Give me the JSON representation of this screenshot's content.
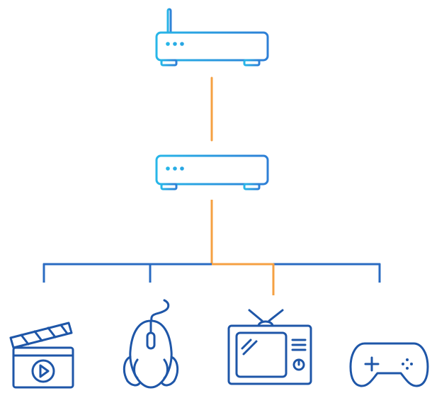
{
  "colors": {
    "device_gradient_start": "#27B6E8",
    "device_gradient_end": "#2E7FD6",
    "tree_blue": "#2A6BC2",
    "accent_orange": "#F5A042",
    "icon_blue": "#1E56A8",
    "background": "#FFFFFF"
  },
  "diagram": {
    "nodes": [
      {
        "id": "router",
        "icon": "router-with-antenna-icon"
      },
      {
        "id": "modem",
        "icon": "modem-icon"
      },
      {
        "id": "media",
        "icon": "clapperboard-play-icon"
      },
      {
        "id": "mouse",
        "icon": "gaming-mouse-icon"
      },
      {
        "id": "tv",
        "icon": "retro-tv-icon"
      },
      {
        "id": "gamepad",
        "icon": "gamepad-icon"
      }
    ],
    "edges": [
      {
        "from": "router",
        "to": "modem",
        "highlight": true
      },
      {
        "from": "modem",
        "to": "media",
        "highlight": false
      },
      {
        "from": "modem",
        "to": "mouse",
        "highlight": false
      },
      {
        "from": "modem",
        "to": "tv",
        "highlight": true
      },
      {
        "from": "modem",
        "to": "gamepad",
        "highlight": false
      }
    ]
  }
}
